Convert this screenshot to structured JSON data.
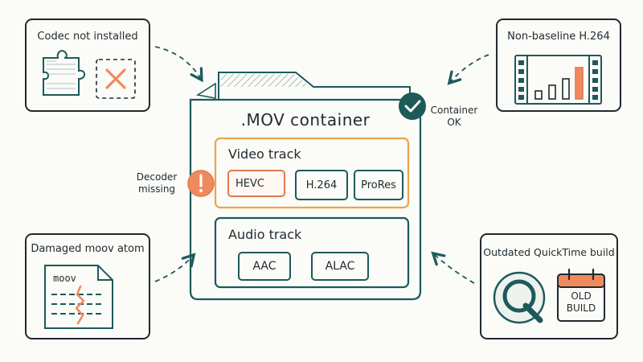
{
  "diagram": {
    "container": {
      "title": ".MOV container",
      "status_label": "Container OK"
    },
    "video_track": {
      "title": "Video track",
      "codecs": [
        "HEVC",
        "H.264",
        "ProRes"
      ],
      "missing_codec": "HEVC",
      "missing_label": "Decoder missing"
    },
    "audio_track": {
      "title": "Audio track",
      "codecs": [
        "AAC",
        "ALAC"
      ]
    },
    "causes": {
      "codec": {
        "title": "Codec not installed"
      },
      "h264": {
        "title": "Non-baseline H.264"
      },
      "moov": {
        "title": "Damaged moov atom",
        "file_label": "moov"
      },
      "quicktime": {
        "title": "Outdated QuickTime build",
        "badge_line1": "OLD",
        "badge_line2": "BUILD"
      }
    },
    "icons": [
      "puzzle-piece-icon",
      "x-icon",
      "filmstrip-icon",
      "bar-chart-icon",
      "document-icon",
      "quicktime-icon",
      "calendar-icon",
      "checkmark-icon",
      "exclamation-icon"
    ],
    "colors": {
      "teal": "#1d5a5a",
      "orange": "#e07a4f",
      "orange_light": "#f08a5d",
      "ink": "#1f2a2e"
    }
  }
}
